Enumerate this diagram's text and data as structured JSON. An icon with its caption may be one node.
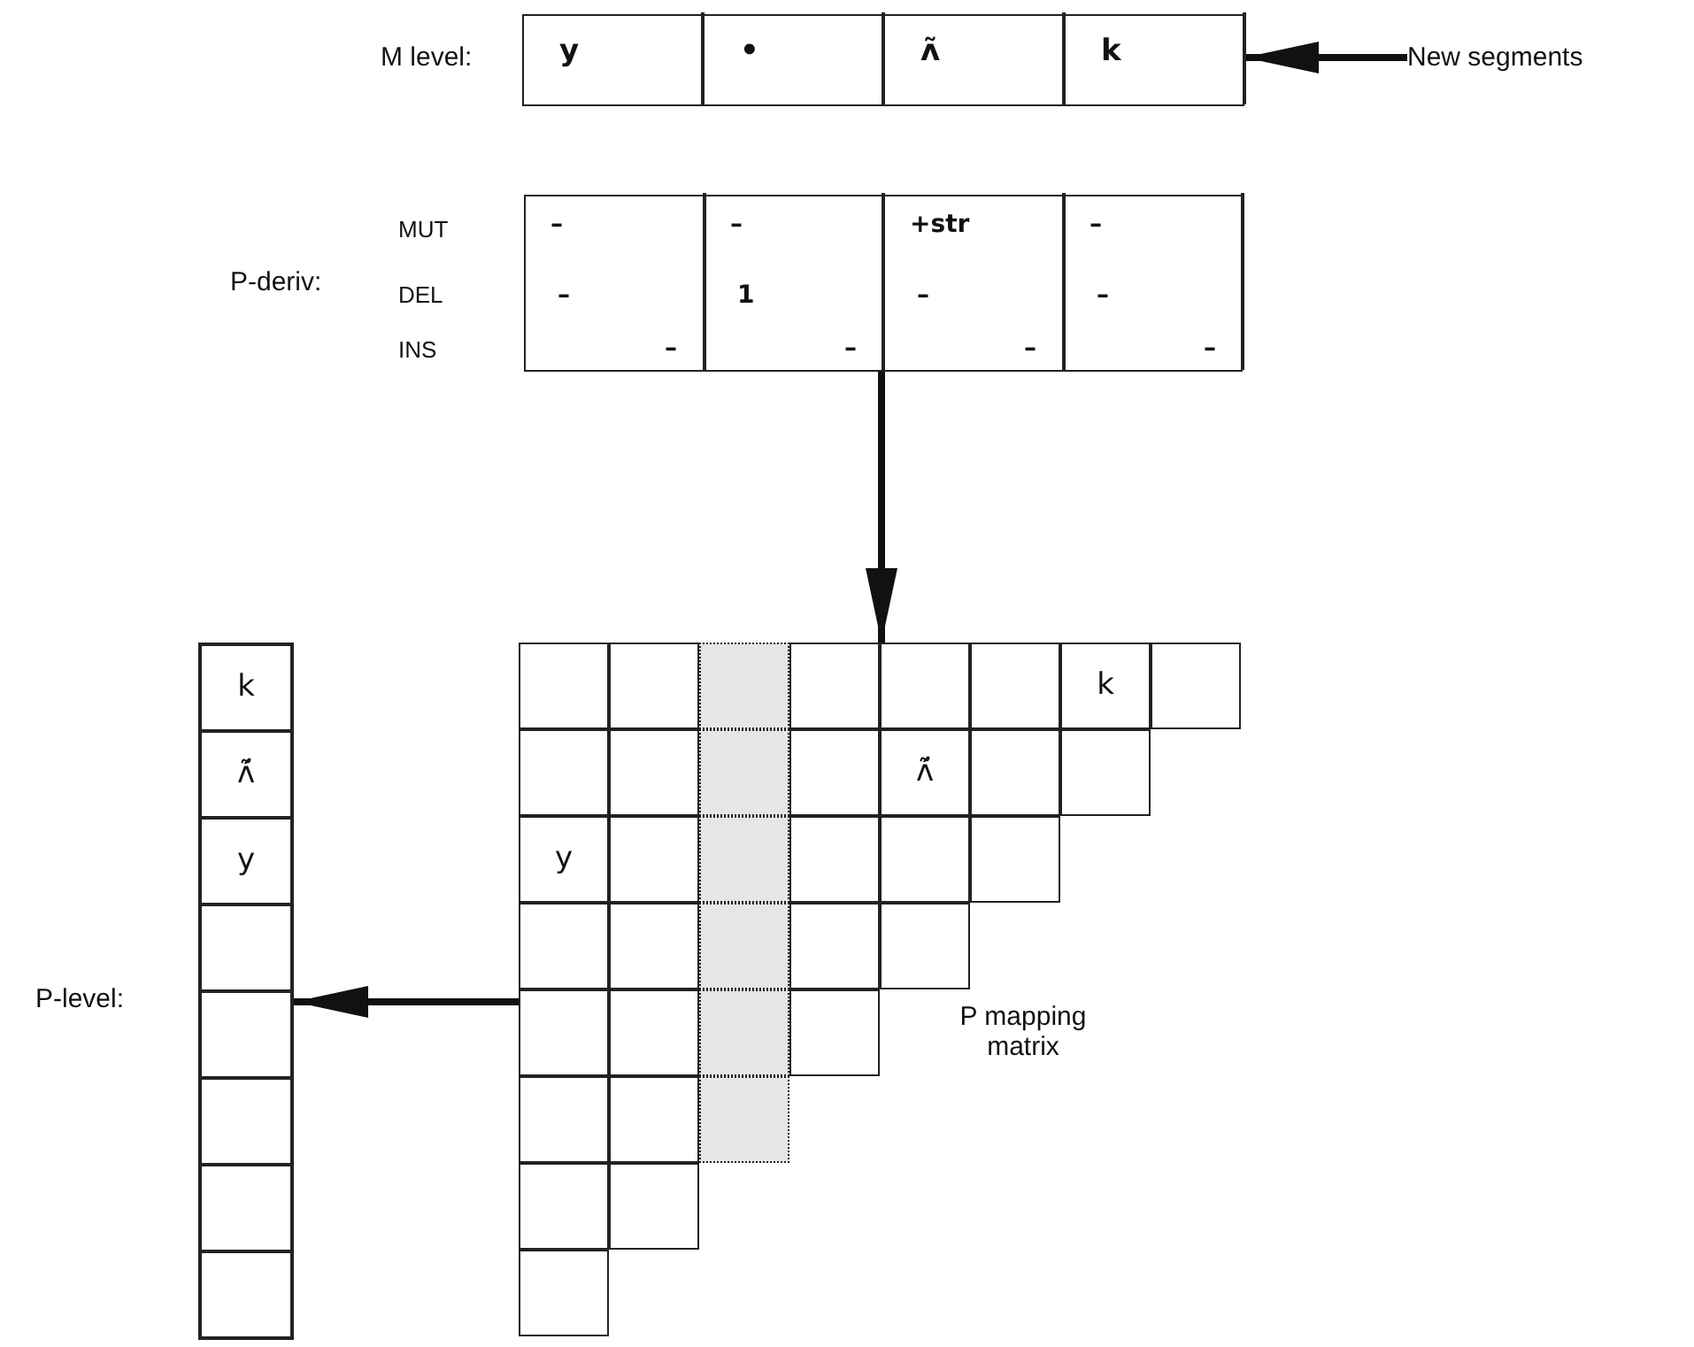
{
  "diagram": {
    "nodes": [
      {
        "text": [],
        "shape": "box",
        "beside": [
          "M level:"
        ]
      },
      {
        "text": [
          "y"
        ],
        "in": 0
      },
      {
        "text": [
          "•"
        ],
        "in": 0
      },
      {
        "text": [
          "ʌ̃"
        ],
        "in": 0
      },
      {
        "text": [
          "k"
        ],
        "in": 0
      },
      {
        "text": [
          "New segments"
        ]
      },
      {
        "text": [],
        "shape": "box"
      },
      {
        "text": [
          "–",
          "–",
          "–"
        ],
        "in": 6
      },
      {
        "text": [
          "–",
          "1",
          "–"
        ],
        "in": 6
      },
      {
        "text": [
          "+str",
          "–",
          "–"
        ],
        "in": 6
      },
      {
        "text": [
          "–",
          "–",
          "–"
        ],
        "in": 6
      },
      {
        "text": [],
        "shape": "box",
        "beside": [
          "P mapping matrix"
        ]
      },
      {
        "text": [],
        "shape": "box",
        "in": 11
      },
      {
        "text": [],
        "shape": "box",
        "in": 11
      },
      {
        "text": [],
        "shape": "box",
        "in": 11
      },
      {
        "text": [],
        "shape": "box",
        "in": 11
      },
      {
        "text": [],
        "shape": "box",
        "in": 11
      },
      {
        "text": [],
        "shape": "box",
        "in": 11
      },
      {
        "text": [
          "k"
        ],
        "in": 11
      },
      {
        "text": [],
        "shape": "box",
        "in": 11
      },
      {
        "text": [],
        "shape": "box",
        "in": 11
      },
      {
        "text": [],
        "shape": "box",
        "in": 11
      },
      {
        "text": [],
        "shape": "box",
        "in": 11
      },
      {
        "text": [],
        "shape": "box",
        "in": 11
      },
      {
        "text": [
          "ʌ̃́"
        ],
        "in": 11
      },
      {
        "text": [],
        "shape": "box",
        "in": 11
      },
      {
        "text": [],
        "shape": "box",
        "in": 11
      },
      {
        "text": [
          "y"
        ],
        "in": 11
      },
      {
        "text": [],
        "shape": "box",
        "in": 11
      },
      {
        "text": [],
        "shape": "box",
        "in": 11
      },
      {
        "text": [],
        "shape": "box",
        "in": 11
      },
      {
        "text": [],
        "shape": "box",
        "in": 11
      },
      {
        "text": [],
        "shape": "box",
        "in": 11
      },
      {
        "text": [],
        "shape": "box",
        "in": 11
      },
      {
        "text": [],
        "shape": "box",
        "in": 11
      },
      {
        "text": [],
        "shape": "box",
        "in": 11
      },
      {
        "text": [],
        "shape": "box",
        "in": 11
      },
      {
        "text": [],
        "shape": "box",
        "in": 11
      },
      {
        "text": [],
        "shape": "box",
        "in": 11
      },
      {
        "text": [],
        "shape": "box",
        "in": 11
      },
      {
        "text": [],
        "shape": "box",
        "in": 11
      },
      {
        "text": [],
        "shape": "box",
        "in": 11
      },
      {
        "text": [],
        "shape": "box",
        "in": 11
      },
      {
        "text": [],
        "shape": "box",
        "in": 11
      },
      {
        "text": [],
        "shape": "box",
        "in": 11
      },
      {
        "text": [],
        "shape": "box",
        "in": 11
      },
      {
        "text": [],
        "shape": "box",
        "in": 11
      },
      {
        "text": [],
        "shape": "box",
        "in": 11
      },
      {
        "text": [],
        "shape": "box",
        "beside": [
          "P-level:"
        ]
      },
      {
        "text": [
          "k"
        ],
        "in": 48
      },
      {
        "text": [
          "ʌ̃́"
        ],
        "in": 48
      },
      {
        "text": [
          "y"
        ],
        "in": 48
      },
      {
        "text": [],
        "shape": "box",
        "in": 48
      },
      {
        "text": [],
        "shape": "box",
        "in": 48
      },
      {
        "text": [],
        "shape": "box",
        "in": 48
      },
      {
        "text": [],
        "shape": "box",
        "in": 48
      },
      {
        "text": [],
        "shape": "box",
        "in": 48
      }
    ],
    "edges": [
      {
        "from": 5,
        "to": 0,
        "arrow": "to"
      },
      {
        "from": 6,
        "to": 11,
        "arrow": "to"
      },
      {
        "from": 11,
        "to": 48,
        "arrow": "to"
      }
    ],
    "labels": [
      "MUT",
      "P-deriv:",
      "DEL",
      "INS"
    ]
  }
}
